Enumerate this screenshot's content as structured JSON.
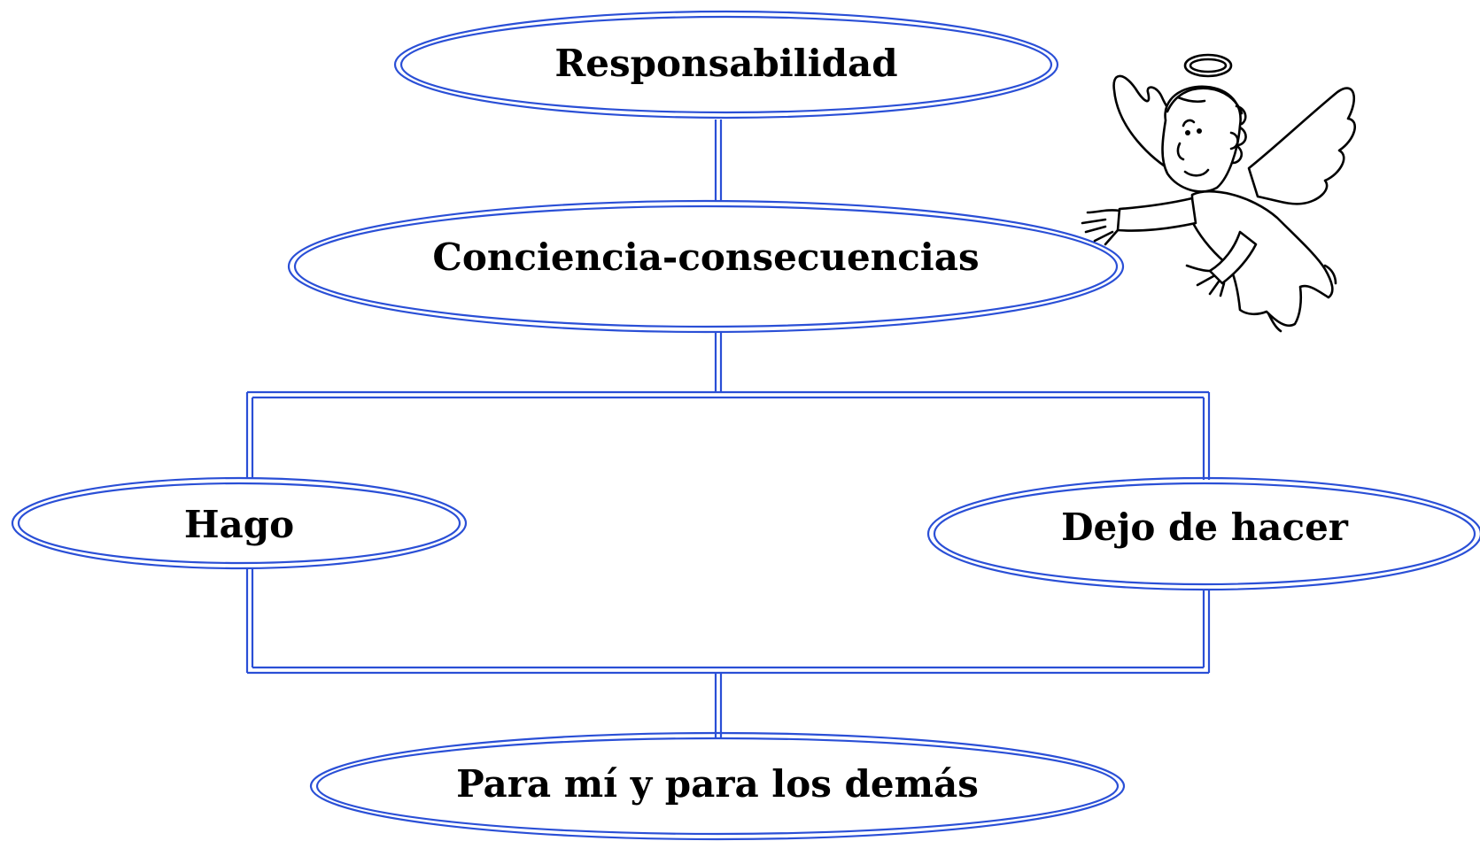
{
  "colors": {
    "outline": "#2a4fd6",
    "text": "#000000",
    "background": "#ffffff"
  },
  "diagram": {
    "nodes": [
      {
        "id": "responsabilidad",
        "label": "Responsabilidad"
      },
      {
        "id": "conciencia",
        "label": "Conciencia-consecuencias"
      },
      {
        "id": "hago",
        "label": "Hago"
      },
      {
        "id": "dejo",
        "label": "Dejo de hacer"
      },
      {
        "id": "para",
        "label": "Para mí y para los demás"
      }
    ],
    "edges": [
      {
        "from": "responsabilidad",
        "to": "conciencia"
      },
      {
        "from": "conciencia",
        "to": "hago"
      },
      {
        "from": "conciencia",
        "to": "dejo"
      },
      {
        "from": "hago",
        "to": "para"
      },
      {
        "from": "dejo",
        "to": "para"
      }
    ]
  },
  "illustration": {
    "icon": "angel-icon"
  }
}
